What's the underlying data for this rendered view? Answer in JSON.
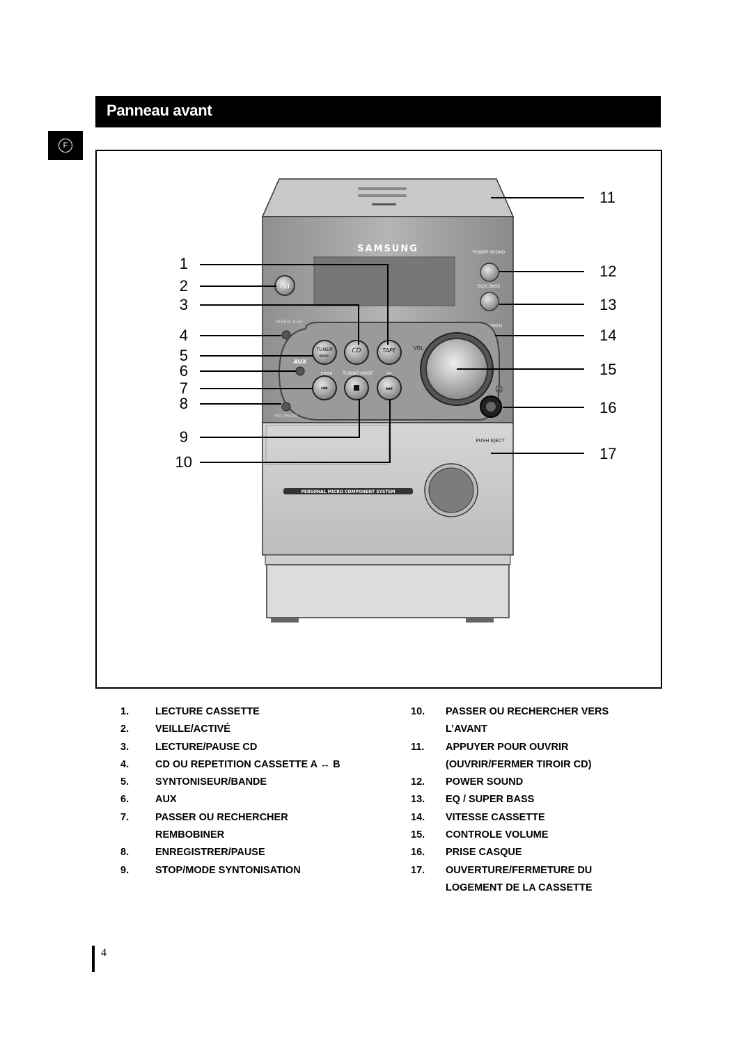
{
  "header": {
    "title": "Panneau avant"
  },
  "language_tab": "F",
  "device": {
    "brand": "SAMSUNG",
    "labels": {
      "power_sound": "POWER\nSOUND",
      "eq_bass": "EQ/S.BASS",
      "repeat": "REPEAT\nA↔B",
      "tape_speed": "TAPE SPEED",
      "tuner": "TUNER",
      "band": "BAND",
      "cd": "CD",
      "tape": "TAPE",
      "aux": "AUX",
      "vol": "VOL.",
      "down": "DOWN",
      "tuning_mode": "TUNING MODE",
      "up": "UP",
      "rec_pause": "REC/PAUSE",
      "push_eject": "PUSH EJECT",
      "system_name": "PERSONAL MICRO COMPONENT SYSTEM"
    }
  },
  "callouts_left": [
    "1",
    "2",
    "3",
    "4",
    "5",
    "6",
    "7",
    "8",
    "9",
    "10"
  ],
  "callouts_right": [
    "11",
    "12",
    "13",
    "14",
    "15",
    "16",
    "17"
  ],
  "legend_left": [
    {
      "num": "1.",
      "text": "LECTURE CASSETTE"
    },
    {
      "num": "2.",
      "text": "VEILLE/ACTIVÉ"
    },
    {
      "num": "3.",
      "text": "LECTURE/PAUSE CD"
    },
    {
      "num": "4.",
      "text": "CD OU REPETITION CASSETTE A  ↔ B"
    },
    {
      "num": "5.",
      "text": "SYNTONISEUR/BANDE"
    },
    {
      "num": "6.",
      "text": "AUX"
    },
    {
      "num": "7.",
      "text": "PASSER OU RECHERCHER"
    },
    {
      "num": "",
      "text": "REMBOBINER"
    },
    {
      "num": "8.",
      "text": "ENREGISTRER/PAUSE"
    },
    {
      "num": "9.",
      "text": "STOP/MODE SYNTONISATION"
    }
  ],
  "legend_right": [
    {
      "num": "10.",
      "text": "PASSER OU RECHERCHER VERS"
    },
    {
      "num": "",
      "text": "L’AVANT"
    },
    {
      "num": "11.",
      "text": "APPUYER POUR OUVRIR"
    },
    {
      "num": "",
      "text": "(OUVRIR/FERMER TIROIR CD)"
    },
    {
      "num": "12.",
      "text": "POWER SOUND"
    },
    {
      "num": "13.",
      "text": "EQ / SUPER BASS"
    },
    {
      "num": "14.",
      "text": "VITESSE CASSETTE"
    },
    {
      "num": "15.",
      "text": "CONTROLE VOLUME"
    },
    {
      "num": "16.",
      "text": "PRISE CASQUE"
    },
    {
      "num": "17.",
      "text": "OUVERTURE/FERMETURE DU"
    },
    {
      "num": "",
      "text": "LOGEMENT DE LA CASSETTE"
    }
  ],
  "page_number": "4"
}
